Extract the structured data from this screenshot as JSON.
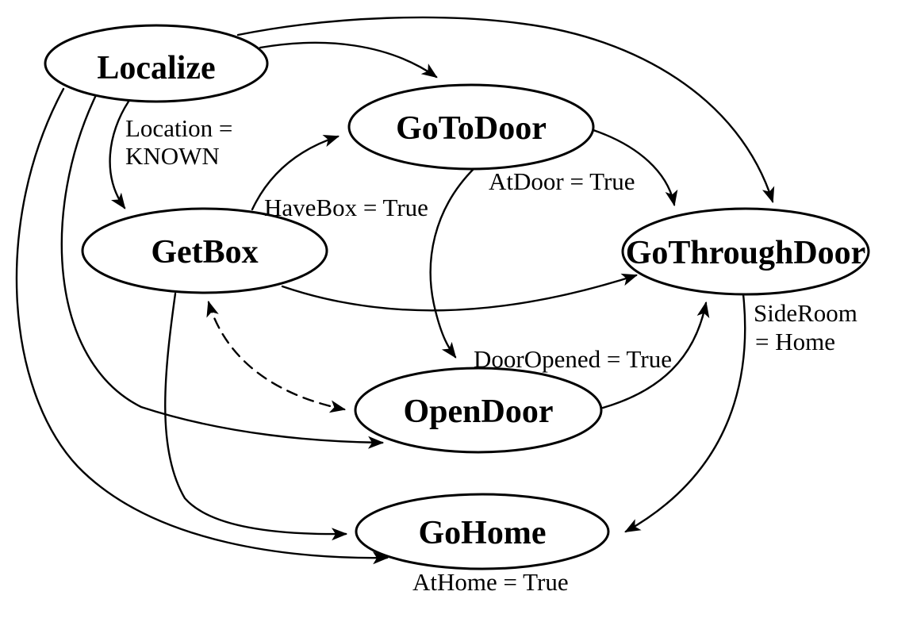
{
  "diagram": {
    "type": "state-transition-diagram",
    "background_color": "#ffffff",
    "line_color": "#000000",
    "nodes": [
      {
        "id": "localize",
        "label": "Localize"
      },
      {
        "id": "gotodoor",
        "label": "GoToDoor"
      },
      {
        "id": "getbox",
        "label": "GetBox"
      },
      {
        "id": "gothroughdoor",
        "label": "GoThroughDoor"
      },
      {
        "id": "opendoor",
        "label": "OpenDoor"
      },
      {
        "id": "gohome",
        "label": "GoHome"
      }
    ],
    "annotations": [
      {
        "id": "location-known",
        "lines": [
          "Location =",
          "KNOWN"
        ]
      },
      {
        "id": "havebox",
        "lines": [
          "HaveBox = True"
        ]
      },
      {
        "id": "atdoor",
        "lines": [
          "AtDoor = True"
        ]
      },
      {
        "id": "dooropened",
        "lines": [
          "DoorOpened = True"
        ]
      },
      {
        "id": "sideroom-home",
        "lines": [
          "SideRoom",
          "= Home"
        ]
      },
      {
        "id": "athome",
        "lines": [
          "AtHome = True"
        ]
      }
    ],
    "edges": [
      {
        "from": "Localize",
        "to": "GetBox",
        "style": "solid",
        "label": "Location = KNOWN"
      },
      {
        "from": "Localize",
        "to": "GoToDoor",
        "style": "solid",
        "label": ""
      },
      {
        "from": "Localize",
        "to": "GoThroughDoor",
        "style": "solid",
        "label": ""
      },
      {
        "from": "Localize",
        "to": "OpenDoor",
        "style": "solid",
        "label": ""
      },
      {
        "from": "Localize",
        "to": "GoHome",
        "style": "solid",
        "label": ""
      },
      {
        "from": "GetBox",
        "to": "GoToDoor",
        "style": "solid",
        "label": "HaveBox = True"
      },
      {
        "from": "GetBox",
        "to": "GoThroughDoor",
        "style": "solid",
        "label": ""
      },
      {
        "from": "GetBox",
        "to": "GoHome",
        "style": "solid",
        "label": ""
      },
      {
        "from": "GoToDoor",
        "to": "GoThroughDoor",
        "style": "solid",
        "label": "AtDoor = True"
      },
      {
        "from": "GoToDoor",
        "to": "OpenDoor",
        "style": "solid",
        "label": "DoorOpened = True"
      },
      {
        "from": "OpenDoor",
        "to": "GoThroughDoor",
        "style": "solid",
        "label": ""
      },
      {
        "from": "GoThroughDoor",
        "to": "GoHome",
        "style": "solid",
        "label": "SideRoom = Home"
      },
      {
        "from": "OpenDoor",
        "to": "GetBox",
        "style": "dashed",
        "bidirectional": true,
        "label": ""
      }
    ]
  }
}
